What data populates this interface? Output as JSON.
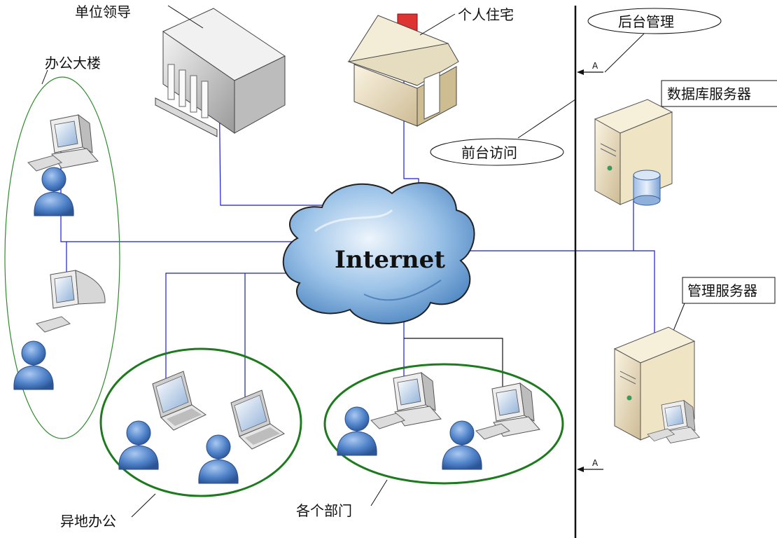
{
  "labels": {
    "leader": "单位领导",
    "home": "个人住宅",
    "backend": "后台管理",
    "office_building": "办公大楼",
    "db_server": "数据库服务器",
    "frontend": "前台访问",
    "internet": "Internet",
    "mgmt_server": "管理服务器",
    "remote_office": "异地办公",
    "departments": "各个部门",
    "section_mark_top": "A",
    "section_mark_bottom": "A"
  },
  "colors": {
    "connector": "#1c1ccf",
    "office_ellipse": "#2e8b2e",
    "group_ellipse": "#1e7a1e",
    "cloud": "#6fa8dc",
    "person": "#4a7fc8"
  }
}
